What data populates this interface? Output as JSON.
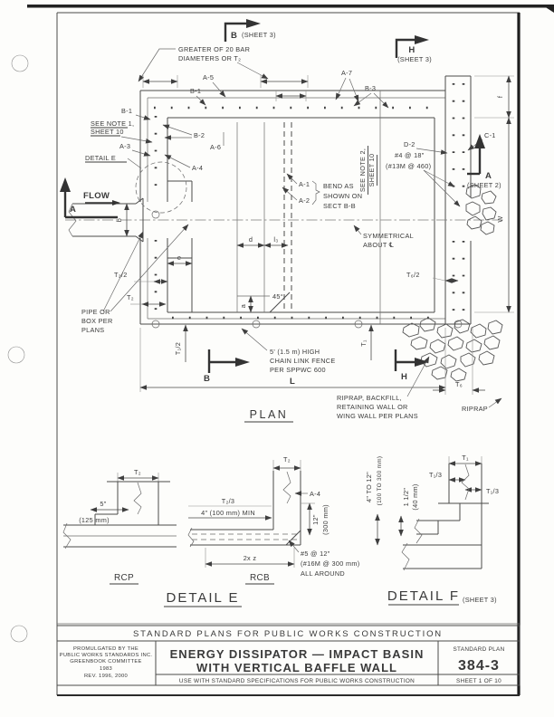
{
  "plan": {
    "view_title": "PLAN",
    "flow": "FLOW",
    "sections": {
      "b_top": "B",
      "b_top_sheet": "(SHEET 3)",
      "h_top": "H",
      "h_top_sheet": "(SHEET 3)",
      "a_left": "A",
      "a_right": "A",
      "a_right_sheet": "(SHEET 2)",
      "b_bottom": "B",
      "h_bottom": "H"
    },
    "callouts": {
      "a1": "A-1",
      "a2": "A-2",
      "a3": "A-3",
      "a4": "A-4",
      "a5": "A-5",
      "a6": "A-6",
      "a7": "A-7",
      "b1": "B-1",
      "b1b": "B-1",
      "b2": "B-2",
      "b3": "B-3",
      "c1": "C-1",
      "d2": "D-2"
    },
    "notes": {
      "greater": [
        "GREATER OF 20 BAR",
        "DIAMETERS OR T₂"
      ],
      "note1": [
        "SEE NOTE 1,",
        "SHEET 10"
      ],
      "note2": [
        "SEE NOTE 2,",
        "SHEET 10"
      ],
      "detail_e": "DETAIL E",
      "bend": [
        "BEND AS",
        "SHOWN ON",
        "SECT B-B"
      ],
      "d2_spacing": [
        "#4 @ 18\"",
        "(#13M @ 460)"
      ],
      "pipe": [
        "PIPE OR",
        "BOX PER",
        "PLANS"
      ],
      "fence": [
        "5' (1.5 m) HIGH",
        "CHAIN LINK FENCE",
        "PER SPPWC 600"
      ],
      "riprap_long": [
        "RIPRAP, BACKFILL,",
        "RETAINING WALL OR",
        "WING WALL PER PLANS"
      ],
      "riprap": "RIPRAP",
      "symm": [
        "SYMMETRICAL",
        "ABOUT ℄"
      ]
    },
    "dims": {
      "b": "b",
      "e": "e",
      "d": "d",
      "l3": "l₃",
      "a": "a",
      "angle45": "45°",
      "t2half": "T₂/2",
      "t2": "T₂",
      "t1half": "T₁/2",
      "t1": "T₁",
      "t6half": "T₆/2",
      "t6": "T₆",
      "L": "L",
      "W": "W",
      "f": "f"
    }
  },
  "details": {
    "rcp": {
      "label": "RCP",
      "t2": "T₂",
      "lip": "5\"",
      "lip_mm": "(125 mm)"
    },
    "rcb": {
      "label": "RCB",
      "t2": "T₂",
      "t2_3": "T₂/3",
      "min4": "4\" (100 mm) MIN",
      "a4": "A-4",
      "embed": "12\"",
      "embed_mm": "(300 mm)",
      "len": "2x z",
      "bars": [
        "#5 @ 12\"",
        "(#16M @ 300 mm)",
        "ALL AROUND"
      ]
    },
    "title_e": "DETAIL E",
    "f": {
      "title": "DETAIL F",
      "sheet": "(SHEET 3)",
      "t1": "T₁",
      "t1_3": "T₁/3",
      "t1_3b": "T₁/3",
      "range": "4\" TO 12\"",
      "range_mm": "(100 TO 300 mm)",
      "lip": "1 1/2\"",
      "lip_mm": "(40 mm)"
    }
  },
  "title_block": {
    "header": "STANDARD PLANS FOR PUBLIC WORKS CONSTRUCTION",
    "promulgated": [
      "PROMULGATED BY THE",
      "PUBLIC WORKS STANDARDS INC.",
      "GREENBOOK COMMITTEE",
      "1983",
      "REV. 1996, 2000"
    ],
    "title_line1": "ENERGY DISSIPATOR — IMPACT BASIN",
    "title_line2": "WITH VERTICAL BAFFLE WALL",
    "use_with": "USE WITH STANDARD SPECIFICATIONS FOR PUBLIC WORKS CONSTRUCTION",
    "standard_plan_label": "STANDARD PLAN",
    "plan_number": "384-3",
    "sheet": "SHEET 1 OF 10"
  }
}
